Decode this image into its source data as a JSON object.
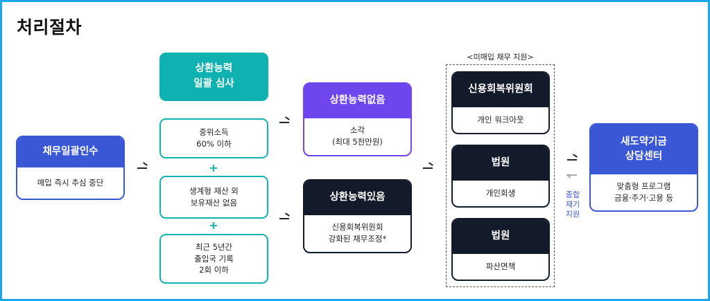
{
  "title": "처리절차",
  "start": {
    "head": "채무일괄인수",
    "body": "매입 즉시 추심 중단"
  },
  "review": {
    "head": "상환능력\n일괄 심사",
    "criteria": [
      "중위소득\n60% 이하",
      "생계형 재산 외\n보유재산 없음",
      "최근 5년간\n출입국 기록\n2회 이하"
    ],
    "plus": "+"
  },
  "no_ability": {
    "head": "상환능력없음",
    "body": "소각\n(최대 5천만원)"
  },
  "has_ability": {
    "head": "상환능력있음",
    "body": "신용회복위원회\n강화된 채무조정*"
  },
  "unpurchased": {
    "label": "<미매입 채무 지원>",
    "items": [
      {
        "head": "신용회복위원회",
        "body": "개인 워크아웃"
      },
      {
        "head": "법원",
        "body": "개인회생"
      },
      {
        "head": "법원",
        "body": "파산면책"
      }
    ]
  },
  "center": {
    "head": "새도약기금\n상담센터",
    "body": "맞춤형 프로그램\n금융·주거·고용 등"
  },
  "side_note": "종합\n재기\n지원",
  "colors": {
    "blue": "#3a57d6",
    "teal": "#0fb2b0",
    "purple": "#6f45ee",
    "dark": "#131a2a",
    "frame": "#1ea7e8"
  }
}
